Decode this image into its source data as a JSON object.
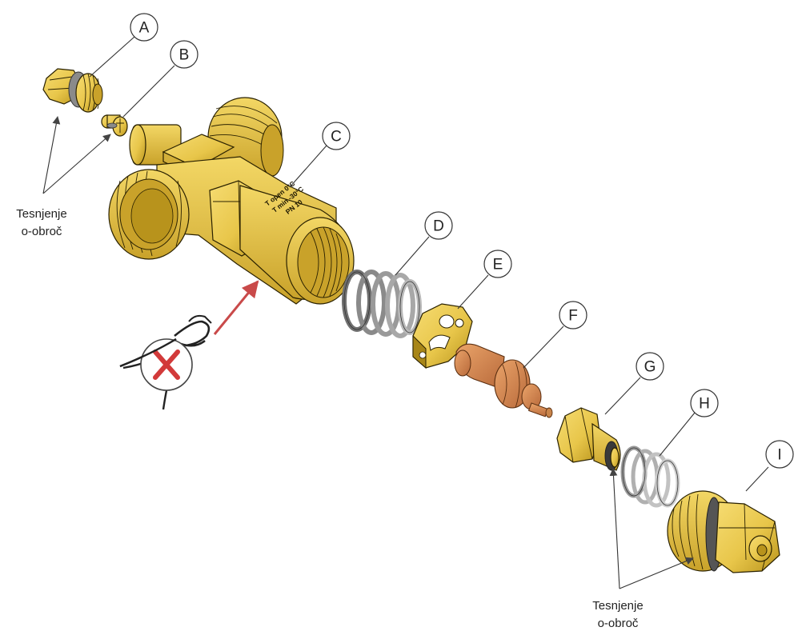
{
  "callouts": [
    {
      "letter": "A"
    },
    {
      "letter": "B"
    },
    {
      "letter": "C"
    },
    {
      "letter": "D"
    },
    {
      "letter": "E"
    },
    {
      "letter": "F"
    },
    {
      "letter": "G"
    },
    {
      "letter": "H"
    },
    {
      "letter": "I"
    }
  ],
  "notes": {
    "left": {
      "line1": "Tesnjenje",
      "line2": "o-obroč"
    },
    "right": {
      "line1": "Tesnjenje",
      "line2": "o-obroč"
    }
  },
  "body_marking": {
    "line1": "T open 0°C",
    "line2": "T min -30°C",
    "line3": "PN 10"
  },
  "colors": {
    "brass": "#e8c64a",
    "brass_dark": "#b8931c",
    "copper": "#d98a4c",
    "spring_steel": "#b9b9b9",
    "warning_red": "#d23a3a",
    "arrow_red": "#c94a4a"
  },
  "icons": {
    "no_pliers": "pliers-prohibited-icon"
  }
}
